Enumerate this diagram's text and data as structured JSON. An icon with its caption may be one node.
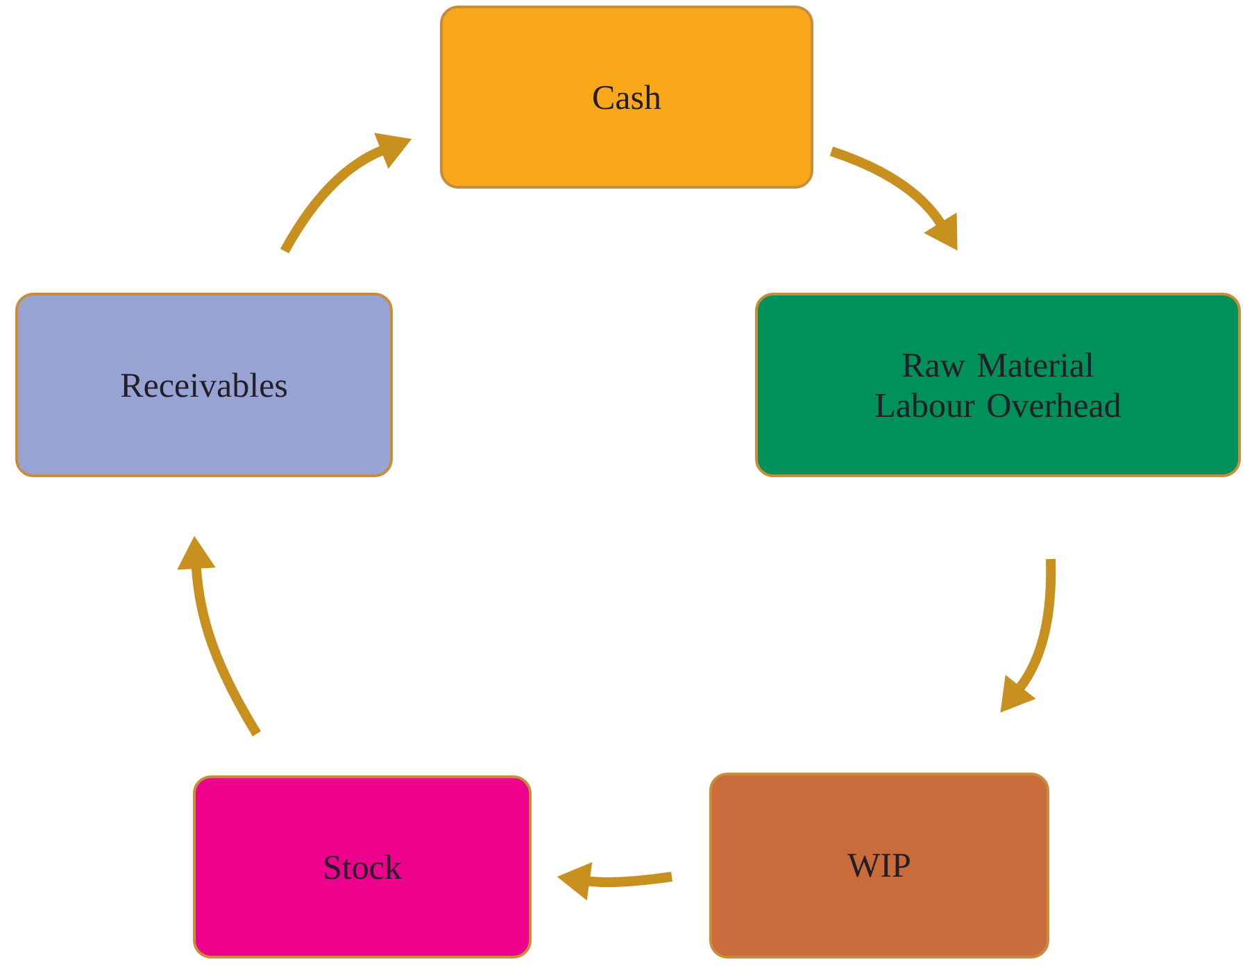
{
  "diagram": {
    "nodes": [
      {
        "text": [
          "Cash"
        ]
      },
      {
        "text": [
          "Raw Material Labour Overhead"
        ]
      },
      {
        "text": [
          "WIP"
        ]
      },
      {
        "text": [
          "Stock"
        ]
      },
      {
        "text": [
          "Receivables"
        ]
      }
    ],
    "edges": [
      {
        "from": 0,
        "to": 1,
        "arrow": "to"
      },
      {
        "from": 1,
        "to": 2,
        "arrow": "to"
      },
      {
        "from": 2,
        "to": 3,
        "arrow": "to"
      },
      {
        "from": 3,
        "to": 4,
        "arrow": "to"
      },
      {
        "from": 4,
        "to": 0,
        "arrow": "to"
      }
    ]
  }
}
